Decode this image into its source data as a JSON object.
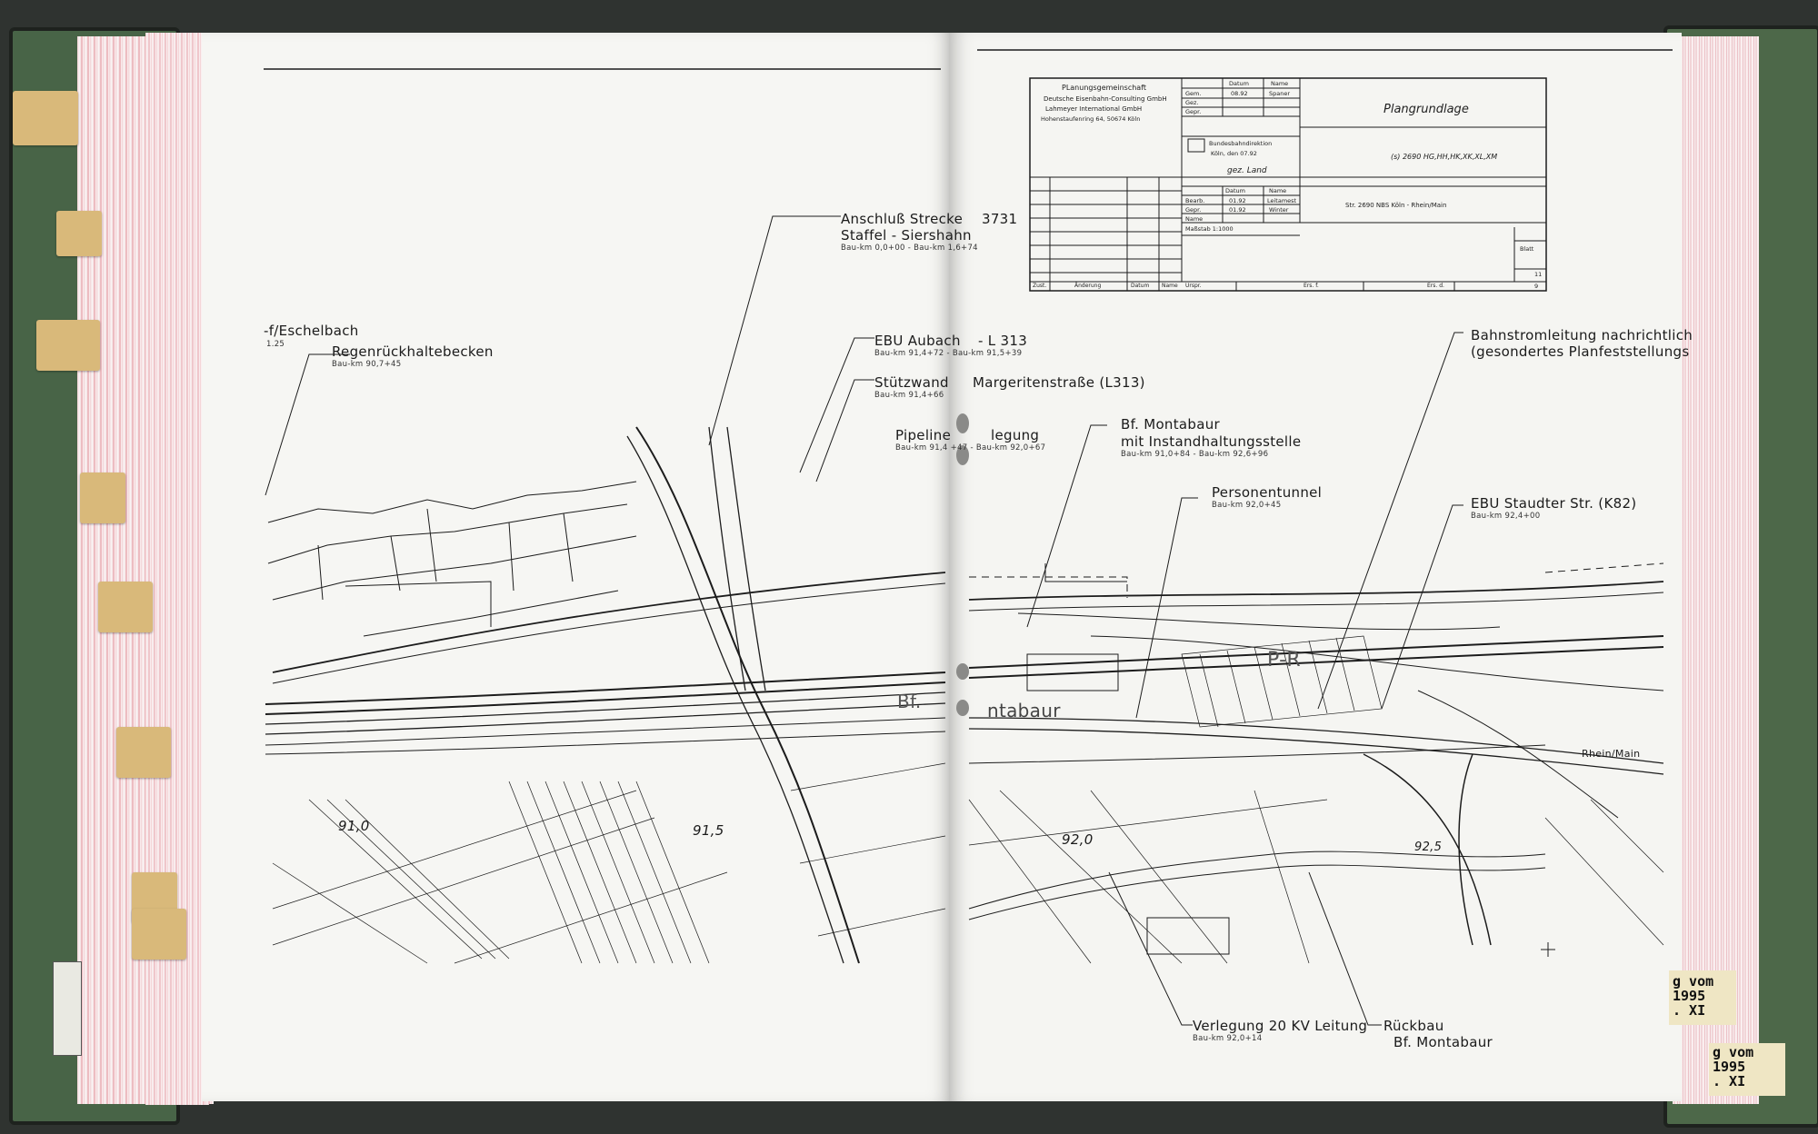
{
  "title_block": {
    "company_lines": [
      "PLanungsgemeinschaft",
      "Deutsche Eisenbahn-Consulting GmbH",
      "Lahmeyer International GmbH",
      "Hohenstaufenring 64, 50674 Köln"
    ],
    "col_datum": "Datum",
    "col_name": "Name",
    "rows1": [
      {
        "label": "Gem.",
        "datum": "08.92",
        "name": "Spaner"
      },
      {
        "label": "Gez.",
        "datum": "",
        "name": ""
      },
      {
        "label": "Gepr.",
        "datum": "",
        "name": ""
      }
    ],
    "plan_title": "Plangrundlage",
    "authority": [
      "Bundesbahndirektion",
      "Köln, den  07.92"
    ],
    "authority_sig": "gez. Land",
    "ref": "(s)  2690  HG,HH,HK,XK,XL,XM",
    "rows2": [
      {
        "label": "Bearb.",
        "datum": "01.92",
        "name": "Leitamest"
      },
      {
        "label": "Gepr.",
        "datum": "01.92",
        "name": "Winter"
      },
      {
        "label": "Name",
        "datum": "",
        "name": ""
      }
    ],
    "massstab": "Maßstab  1:1000",
    "line_info": "Str. 2690   NBS Köln - Rhein/Main",
    "blatt": "Blatt",
    "blatt_no1": "11",
    "blatt_no2": "9",
    "footer": [
      "Zust.",
      "Änderung",
      "Datum",
      "Name",
      "Urspr.",
      "Ers. f.",
      "Ers. d."
    ]
  },
  "labels": {
    "eschelbach": "-f/Eschelbach",
    "eschelbach_km": "1.25",
    "regenrueck": "Regenrückhaltebecken",
    "regenrueck_km": "Bau-km 90,7+45",
    "anschluss": "Anschluß Strecke",
    "anschluss_no": "3731",
    "staffel": "Staffel - Siershahn",
    "staffel_km": "Bau-km 0,0+00 - Bau-km 1,6+74",
    "ebu_aubach": "EBU Aubach",
    "ebu_aubach_km": "Bau-km 91,4+72 - Bau-km 91,5+39",
    "l313": "- L 313",
    "stuetzwand": "Stützwand",
    "stuetzwand_km": "Bau-km 91,4+66",
    "margeriten": "Margeritenstraße (L313)",
    "pipeline": "Pipeline",
    "pipeline_km": "Bau-km 91,4 +47 - Bau-km 92,0+67",
    "verlegung_partial": "legung",
    "bf_montabaur": "Bf. Montabaur",
    "instand": "mit Instandhaltungsstelle",
    "instand_km": "Bau-km 91,0+84 - Bau-km 92,6+96",
    "personentunnel": "Personentunnel",
    "personentunnel_km": "Bau-km 92,0+45",
    "bahnstrom1": "Bahnstromleitung nachrichtlich",
    "bahnstrom2": "(gesondertes Planfeststellungs",
    "ebu_staudter": "EBU Staudter Str. (K82)",
    "ebu_staudter_km": "Bau-km 92,4+00",
    "km_910": "91,0",
    "km_915": "91,5",
    "km_920": "92,0",
    "km_925": "92,5",
    "pr": "P-R",
    "bf_map": "Bf.",
    "ntabaur": "ntabaur",
    "rhein_main": "Rhein/Main",
    "verlegung20": "Verlegung 20 KV Leitung",
    "verlegung20_km": "Bau-km 92,0+14",
    "rueckbau": "Rückbau",
    "rueckbau2": "Bf. Montabaur"
  },
  "right_tabs": {
    "tab1": "g vom\n1995\n. XI",
    "tab2": "g vom\n1995\n. XI"
  },
  "colors": {
    "paper": "#f6f6f4",
    "ink": "#1c1c1c",
    "pink_edge": "#e8a7ae",
    "tab": "#d9b97a",
    "binder_green": "#4f6a4a",
    "background": "#2f3330"
  }
}
